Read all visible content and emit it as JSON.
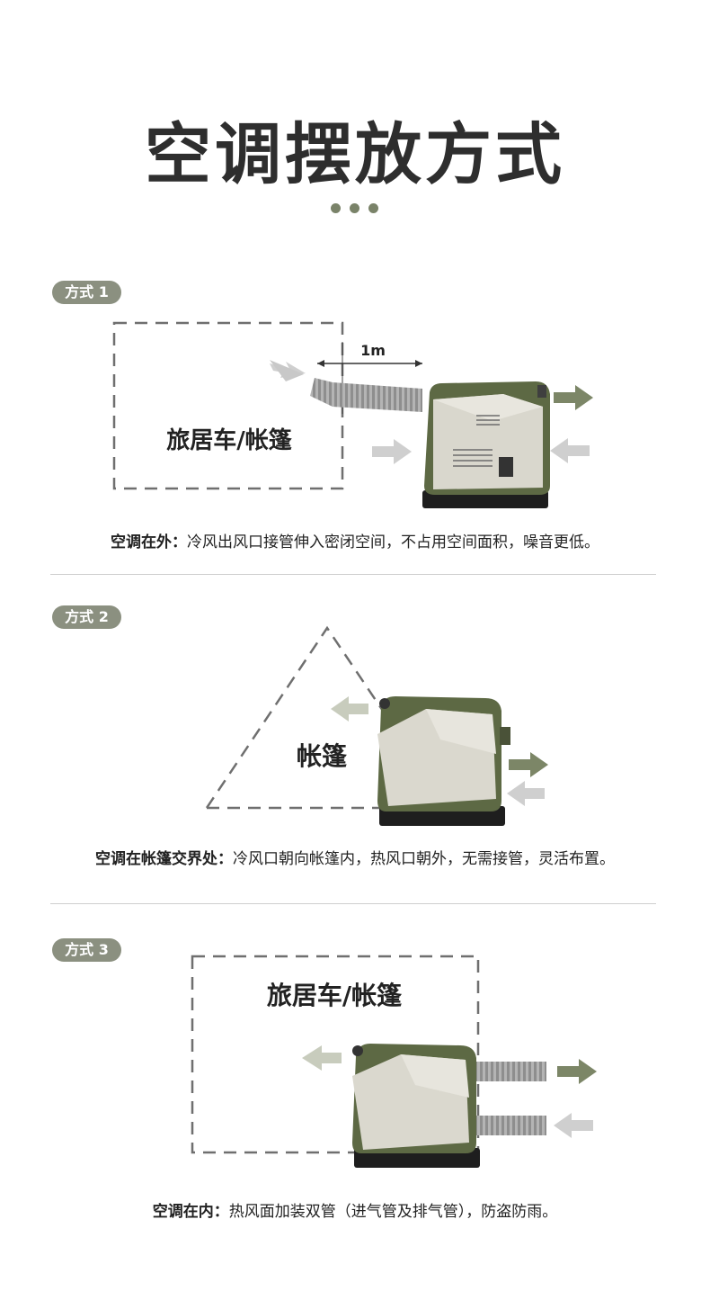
{
  "title": "空调摆放方式",
  "colors": {
    "badge": "#8b9080",
    "dots": "#7a8369",
    "olive": "#5e6a45",
    "panel": "#d8d6cc"
  },
  "method1": {
    "badge": "方式 1",
    "area_label": "旅居车/帐篷",
    "distance": "1m",
    "caption_bold": "空调在外：",
    "caption": "冷风出风口接管伸入密闭空间，不占用空间面积，噪音更低。"
  },
  "method2": {
    "badge": "方式 2",
    "area_label": "帐篷",
    "caption_bold": "空调在帐篷交界处：",
    "caption": "冷风口朝向帐篷内，热风口朝外，无需接管，灵活布置。"
  },
  "method3": {
    "badge": "方式 3",
    "area_label": "旅居车/帐篷",
    "caption_bold": "空调在内：",
    "caption": "热风面加装双管（进气管及排气管），防盗防雨。"
  }
}
